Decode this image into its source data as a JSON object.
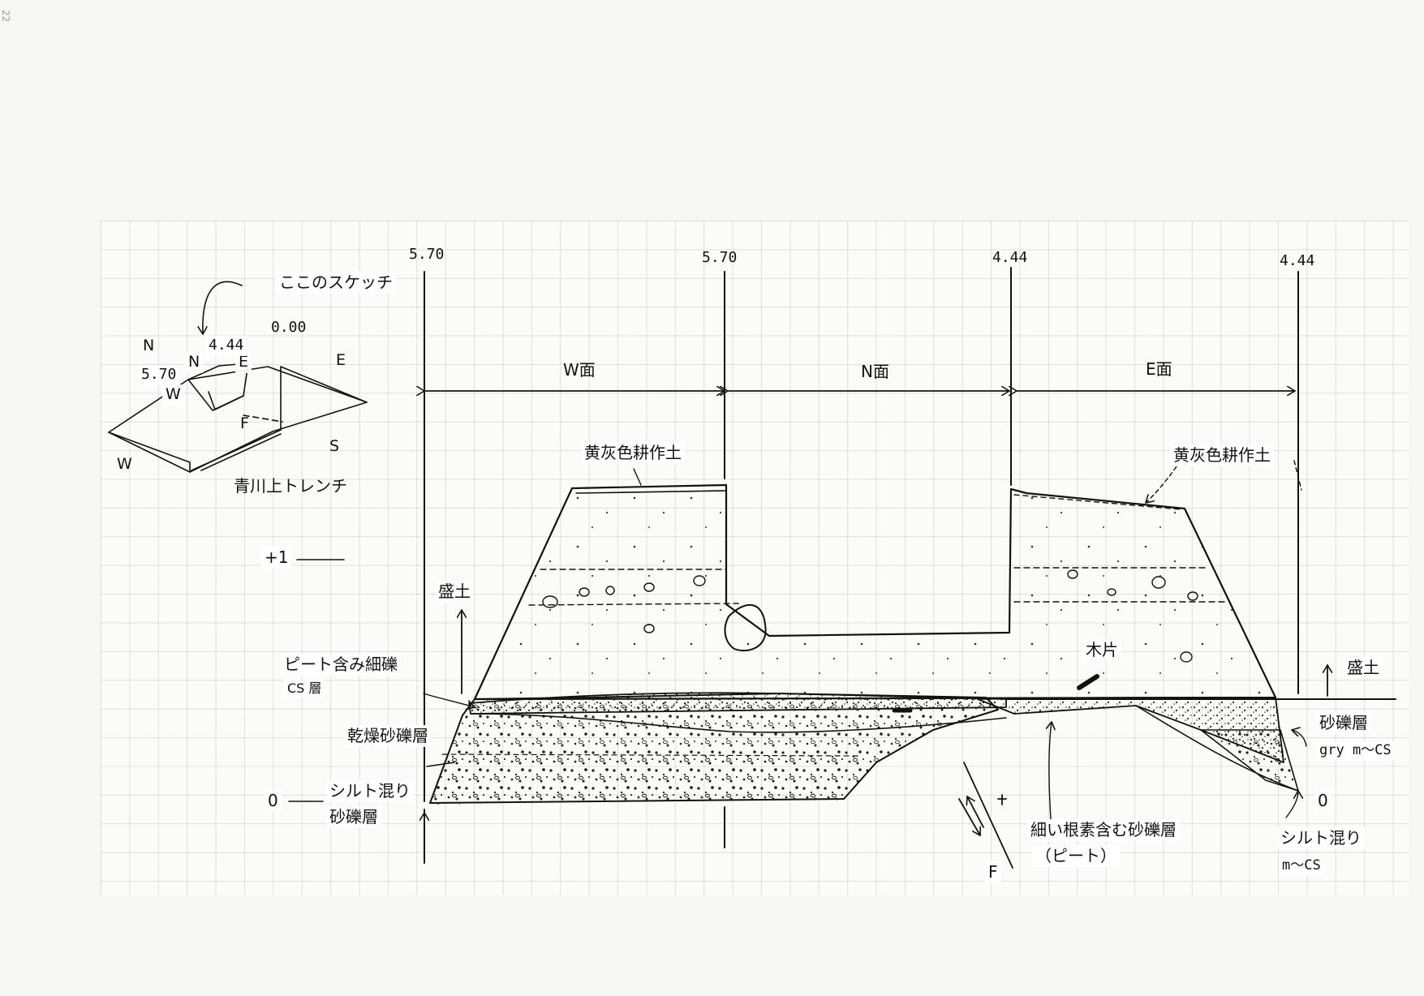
{
  "page": {
    "number": "22"
  },
  "elevations": {
    "w_left": "5.70",
    "w_right": "5.70",
    "n_right": "4.44",
    "e_right": "4.44"
  },
  "faces": {
    "w": "W面",
    "n": "N面",
    "e": "E面"
  },
  "inset": {
    "sketch_here": "ここのスケッチ",
    "zero": "0.00",
    "north": "N",
    "east": "E",
    "south": "S",
    "west": "W",
    "pit_north": "N",
    "pit_east": "E",
    "pit_west": "W",
    "fault": "F",
    "elev_a": "4.44",
    "elev_b": "5.70",
    "trench_name": "青川上トレンチ"
  },
  "scale": {
    "plus_one": "+1",
    "zero_left": "0",
    "zero_right": "0"
  },
  "annotations": {
    "yellow_gray_w": "黄灰色耕作土",
    "yellow_gray_e": "黄灰色耕作土",
    "fill_left": "盛土",
    "fill_right": "盛土",
    "peat_gravel_1": "ピート含み細礫",
    "peat_gravel_2": "CS 層",
    "dry_gravel": "乾燥砂礫層",
    "silt_gravel_1": "シルト混り",
    "silt_gravel_2": "砂礫層",
    "wood": "木片",
    "gravel_r": "砂礫層",
    "gravel_r_desc": "gry m〜CS",
    "root_gravel_1": "細い根素含む砂礫層",
    "root_gravel_2": "（ピート）",
    "silt_r_1": "シルト混り",
    "silt_r_2": "m〜CS",
    "fault_label": "F"
  }
}
